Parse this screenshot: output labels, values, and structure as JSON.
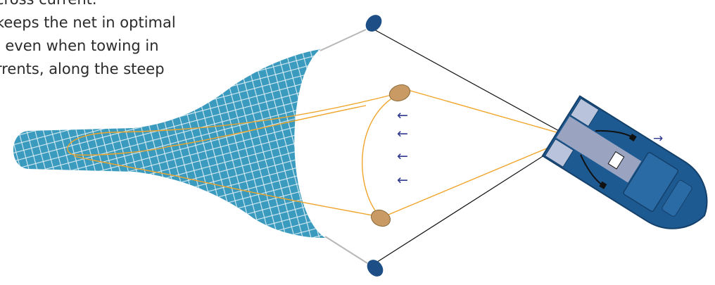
{
  "caption": {
    "lines": [
      "cross current.",
      "keeps the net in optimal",
      ", even when towing in",
      "rrents, along the steep"
    ]
  },
  "arrow_glyphs": {
    "water_flow": "←",
    "direction": "→"
  },
  "colors": {
    "net_fill": "#3a9bbf",
    "net_mesh": "#ffffff",
    "rope_orange": "#f0a52a",
    "warp_line": "#111111",
    "float_tan": "#c99a63",
    "float_stroke": "#8a6a3a",
    "door_navy": "#1d4f86",
    "boat_hull": "#1e5a92",
    "boat_deck": "#9aa4c0",
    "arrow_color": "#2f3a8f"
  }
}
